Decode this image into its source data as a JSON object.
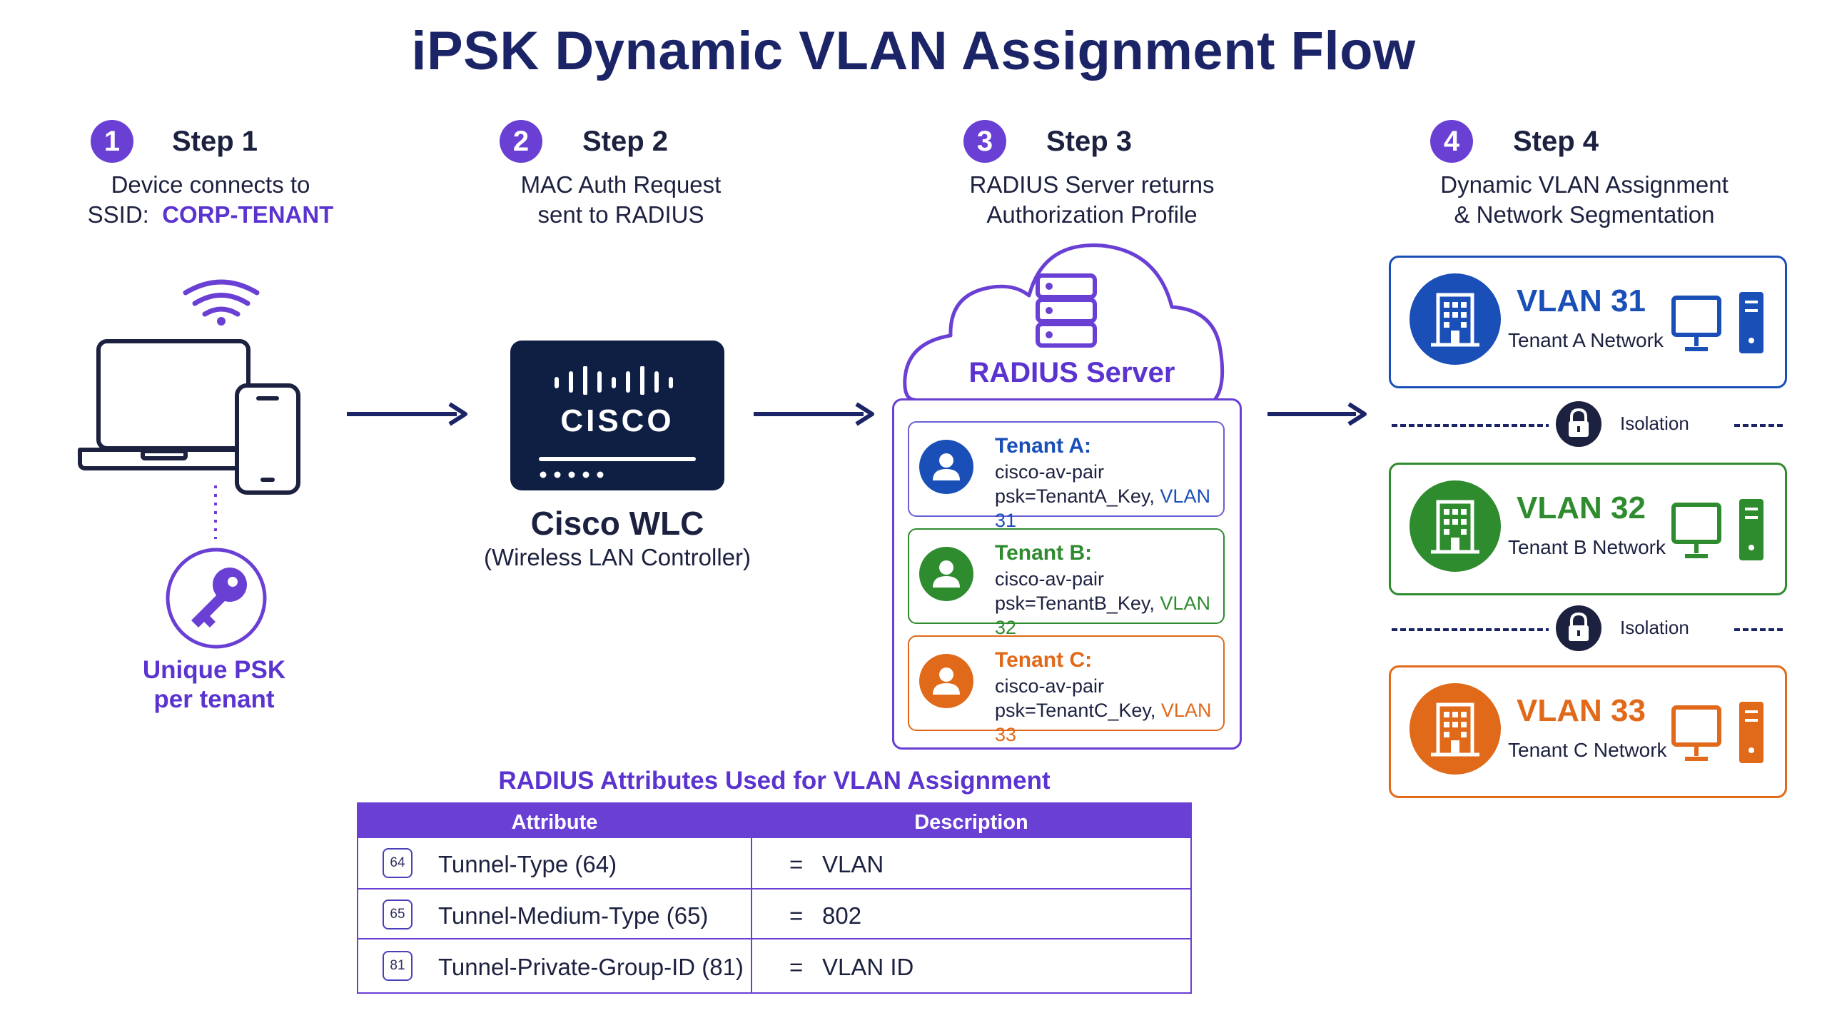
{
  "title": "iPSK Dynamic VLAN Assignment Flow",
  "steps": [
    {
      "num": "1",
      "label": "Step 1",
      "desc_line1": "Device connects to",
      "desc_ssid_prefix": "SSID:",
      "desc_ssid": "CORP-TENANT"
    },
    {
      "num": "2",
      "label": "Step 2",
      "desc_line1": "MAC Auth Request",
      "desc_line2": "sent to RADIUS"
    },
    {
      "num": "3",
      "label": "Step 3",
      "desc_line1": "RADIUS Server returns",
      "desc_line2": "Authorization Profile"
    },
    {
      "num": "4",
      "label": "Step 4",
      "desc_line1": "Dynamic VLAN Assignment",
      "desc_line2": "& Network Segmentation"
    }
  ],
  "psk": {
    "line1": "Unique PSK",
    "line2": "per tenant"
  },
  "wlc": {
    "logo_text": "CISCO",
    "title": "Cisco WLC",
    "subtitle": "(Wireless LAN Controller)"
  },
  "radius": {
    "title": "RADIUS Server"
  },
  "tenants": [
    {
      "name": "Tenant A:",
      "line1": "cisco-av-pair",
      "psk": "psk=TenantA_Key,",
      "vlan": "VLAN 31",
      "color": "#1a4fb8"
    },
    {
      "name": "Tenant B:",
      "line1": "cisco-av-pair",
      "psk": "psk=TenantB_Key,",
      "vlan": "VLAN 32",
      "color": "#2e8b2e"
    },
    {
      "name": "Tenant C:",
      "line1": "cisco-av-pair",
      "psk": "psk=TenantC_Key,",
      "vlan": "VLAN 33",
      "color": "#e06a1a"
    }
  ],
  "vlans": [
    {
      "title": "VLAN 31",
      "sub": "Tenant A Network",
      "color": "#1a4fb8"
    },
    {
      "title": "VLAN 32",
      "sub": "Tenant B Network",
      "color": "#2e8b2e"
    },
    {
      "title": "VLAN 33",
      "sub": "Tenant C Network",
      "color": "#e06a1a"
    }
  ],
  "isolation": {
    "label": "Isolation"
  },
  "attributes": {
    "heading": "RADIUS Attributes Used for VLAN Assignment",
    "col_attribute": "Attribute",
    "col_description": "Description",
    "rows": [
      {
        "badge": "64",
        "name": "Tunnel-Type (64)",
        "eq": "=",
        "value": "VLAN"
      },
      {
        "badge": "65",
        "name": "Tunnel-Medium-Type (65)",
        "eq": "=",
        "value": "802"
      },
      {
        "badge": "81",
        "name": "Tunnel-Private-Group-ID (81)",
        "eq": "=",
        "value": "VLAN ID"
      }
    ]
  },
  "colors": {
    "accent": "#6a3fd4",
    "navy": "#1c2468"
  }
}
